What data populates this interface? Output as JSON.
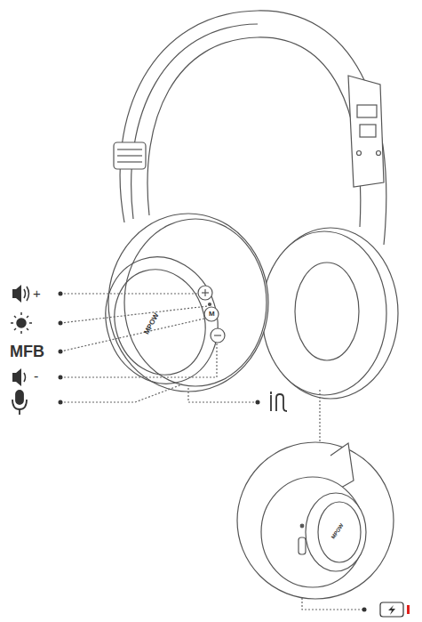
{
  "diagram": {
    "labels": [
      "+",
      "MFB",
      "-",
      "MPOW",
      "M",
      "MPOW"
    ]
  }
}
